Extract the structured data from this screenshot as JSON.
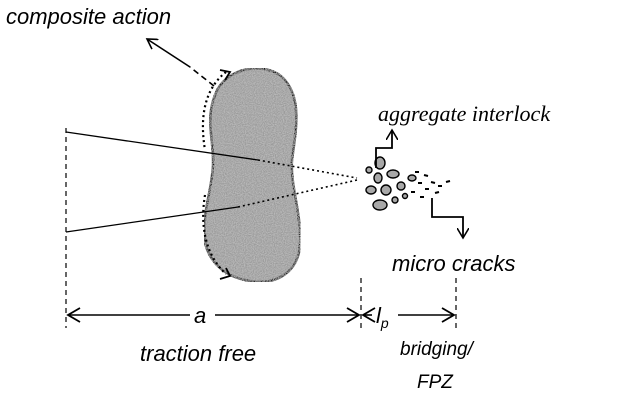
{
  "labels": {
    "composite_action": "composite action",
    "aggregate_interlock": "aggregate interlock",
    "micro_cracks": "micro cracks",
    "crack_length": "a",
    "traction_free": "traction free",
    "fpz_length_base": "l",
    "fpz_length_sub": "p",
    "bridging": "bridging/",
    "fpz": "FPZ"
  },
  "colors": {
    "ink": "#000000",
    "aggregate_fill": "#9a9a9a",
    "aggregate_texture_dark": "#7a7a7a",
    "aggregate_texture_light": "#b8b8b8",
    "particle_fill": "#a8a8a8"
  }
}
